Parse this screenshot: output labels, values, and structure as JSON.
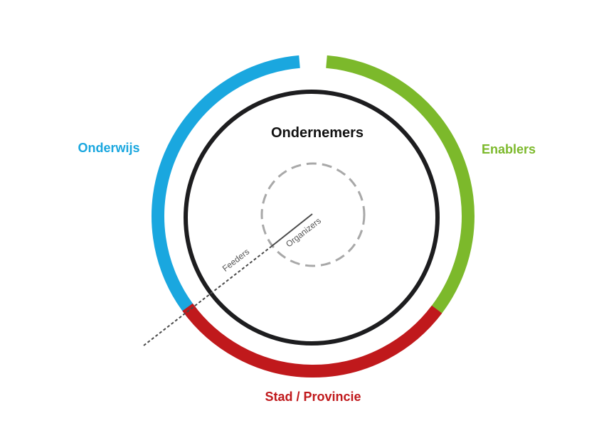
{
  "labels": {
    "center": "Ondernemers",
    "left": "Onderwijs",
    "right": "Enablers",
    "bottom": "Stad / Provincie",
    "feeders": "Feeders",
    "organizers": "Organizers"
  },
  "colors": {
    "onderwijs": "#1aa7df",
    "enablers": "#7cb92b",
    "stad_provincie": "#c0191c",
    "ondernemers": "#1d1d1f",
    "organizers_ring": "#a8a8a8",
    "feeders_line": "#4a4a4a",
    "label_dark": "#111111",
    "label_gray": "#555555"
  }
}
